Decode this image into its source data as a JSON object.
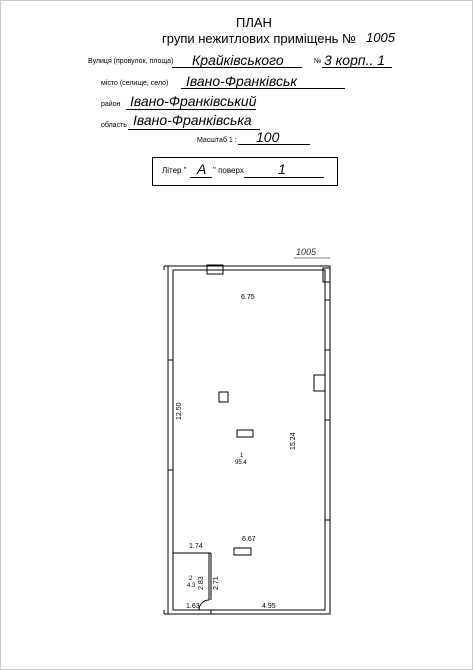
{
  "header": {
    "title": "ПЛАН",
    "subtitle": "групи нежитлових приміщень №",
    "number": "1005"
  },
  "fields": {
    "street_label": "Вулиця (провулок, площа)",
    "street_value": "Крайківського",
    "house_label": "№",
    "house_value": "3 корп.. 1",
    "city_label": "місто (селище, село)",
    "city_value": "Івано-Франківськ",
    "district_label": "район",
    "district_value": "Івано-Франківський",
    "region_label": "область",
    "region_value": "Івано-Франківська",
    "scale_label": "Масштаб 1 :",
    "scale_value": "100"
  },
  "liter": {
    "label": "Літер \"",
    "value": "А",
    "mid": "\"  поверх",
    "floor": "1"
  },
  "plan": {
    "group_number": "1005",
    "dims": {
      "top": "6.75",
      "left": "12.50",
      "right": "15.24",
      "inner": "6.67",
      "small_room_top": "1.74",
      "small_room_h1": "2.83",
      "small_room_h2": "2.71",
      "bottom_left": "1.63",
      "bottom_right": "4.95"
    },
    "rooms": [
      {
        "num": "1",
        "area": "95.4"
      },
      {
        "num": "2",
        "area": "4.3"
      }
    ]
  }
}
